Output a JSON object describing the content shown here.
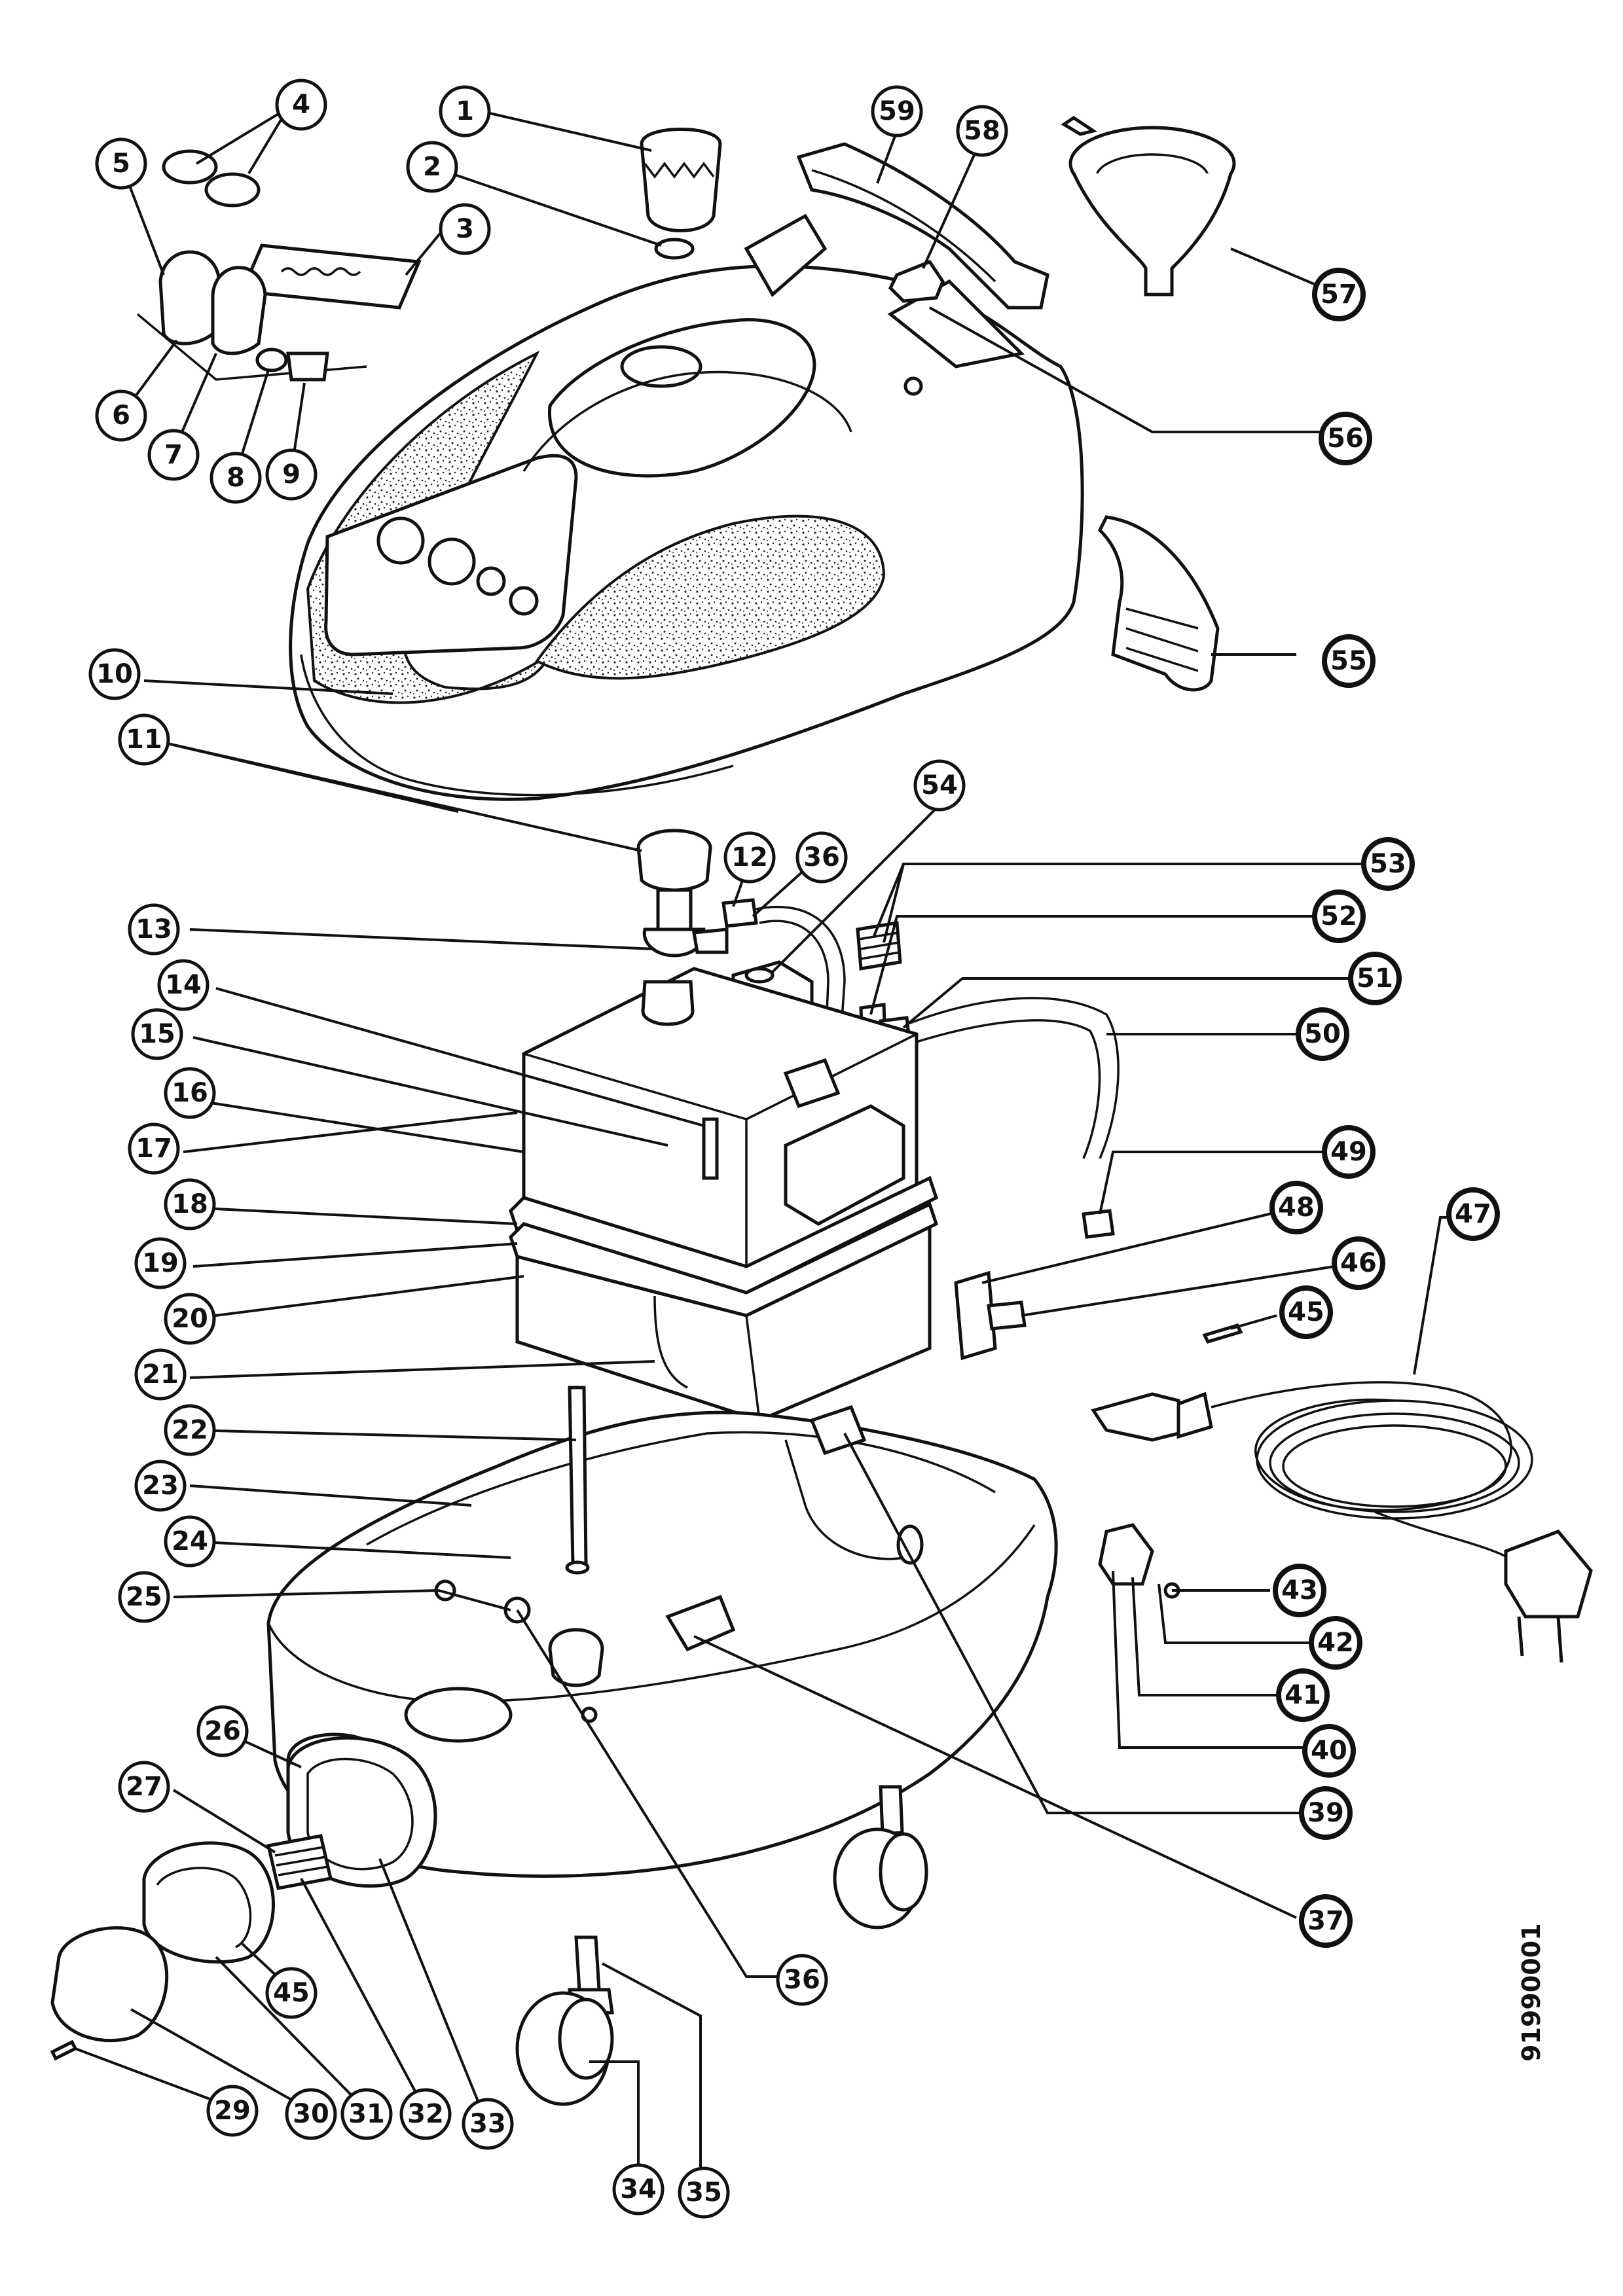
{
  "drawing_code": "91990001",
  "callouts": [
    {
      "id": "c1",
      "label": "1"
    },
    {
      "id": "c2",
      "label": "2"
    },
    {
      "id": "c3",
      "label": "3"
    },
    {
      "id": "c4",
      "label": "4"
    },
    {
      "id": "c5",
      "label": "5"
    },
    {
      "id": "c6",
      "label": "6"
    },
    {
      "id": "c7",
      "label": "7"
    },
    {
      "id": "c8",
      "label": "8"
    },
    {
      "id": "c9",
      "label": "9"
    },
    {
      "id": "c10",
      "label": "10"
    },
    {
      "id": "c11",
      "label": "11"
    },
    {
      "id": "c12",
      "label": "12"
    },
    {
      "id": "c13",
      "label": "13"
    },
    {
      "id": "c14",
      "label": "14"
    },
    {
      "id": "c15",
      "label": "15"
    },
    {
      "id": "c16",
      "label": "16"
    },
    {
      "id": "c17",
      "label": "17"
    },
    {
      "id": "c18",
      "label": "18"
    },
    {
      "id": "c19",
      "label": "19"
    },
    {
      "id": "c20",
      "label": "20"
    },
    {
      "id": "c21",
      "label": "21"
    },
    {
      "id": "c22",
      "label": "22"
    },
    {
      "id": "c23",
      "label": "23"
    },
    {
      "id": "c24",
      "label": "24"
    },
    {
      "id": "c25",
      "label": "25"
    },
    {
      "id": "c26",
      "label": "26"
    },
    {
      "id": "c27",
      "label": "27"
    },
    {
      "id": "c29",
      "label": "29"
    },
    {
      "id": "c30",
      "label": "30"
    },
    {
      "id": "c31",
      "label": "31"
    },
    {
      "id": "c32",
      "label": "32"
    },
    {
      "id": "c33",
      "label": "33"
    },
    {
      "id": "c34",
      "label": "34"
    },
    {
      "id": "c35",
      "label": "35"
    },
    {
      "id": "c36a",
      "label": "36"
    },
    {
      "id": "c36b",
      "label": "36"
    },
    {
      "id": "c37",
      "label": "37"
    },
    {
      "id": "c39",
      "label": "39"
    },
    {
      "id": "c40",
      "label": "40"
    },
    {
      "id": "c41",
      "label": "41"
    },
    {
      "id": "c42",
      "label": "42"
    },
    {
      "id": "c43",
      "label": "43"
    },
    {
      "id": "c45a",
      "label": "45"
    },
    {
      "id": "c45b",
      "label": "45"
    },
    {
      "id": "c46",
      "label": "46"
    },
    {
      "id": "c47",
      "label": "47"
    },
    {
      "id": "c48",
      "label": "48"
    },
    {
      "id": "c49",
      "label": "49"
    },
    {
      "id": "c50",
      "label": "50"
    },
    {
      "id": "c51",
      "label": "51"
    },
    {
      "id": "c52",
      "label": "52"
    },
    {
      "id": "c53",
      "label": "53"
    },
    {
      "id": "c54",
      "label": "54"
    },
    {
      "id": "c55",
      "label": "55"
    },
    {
      "id": "c56",
      "label": "56"
    },
    {
      "id": "c57",
      "label": "57"
    },
    {
      "id": "c58",
      "label": "58"
    },
    {
      "id": "c59",
      "label": "59"
    }
  ]
}
